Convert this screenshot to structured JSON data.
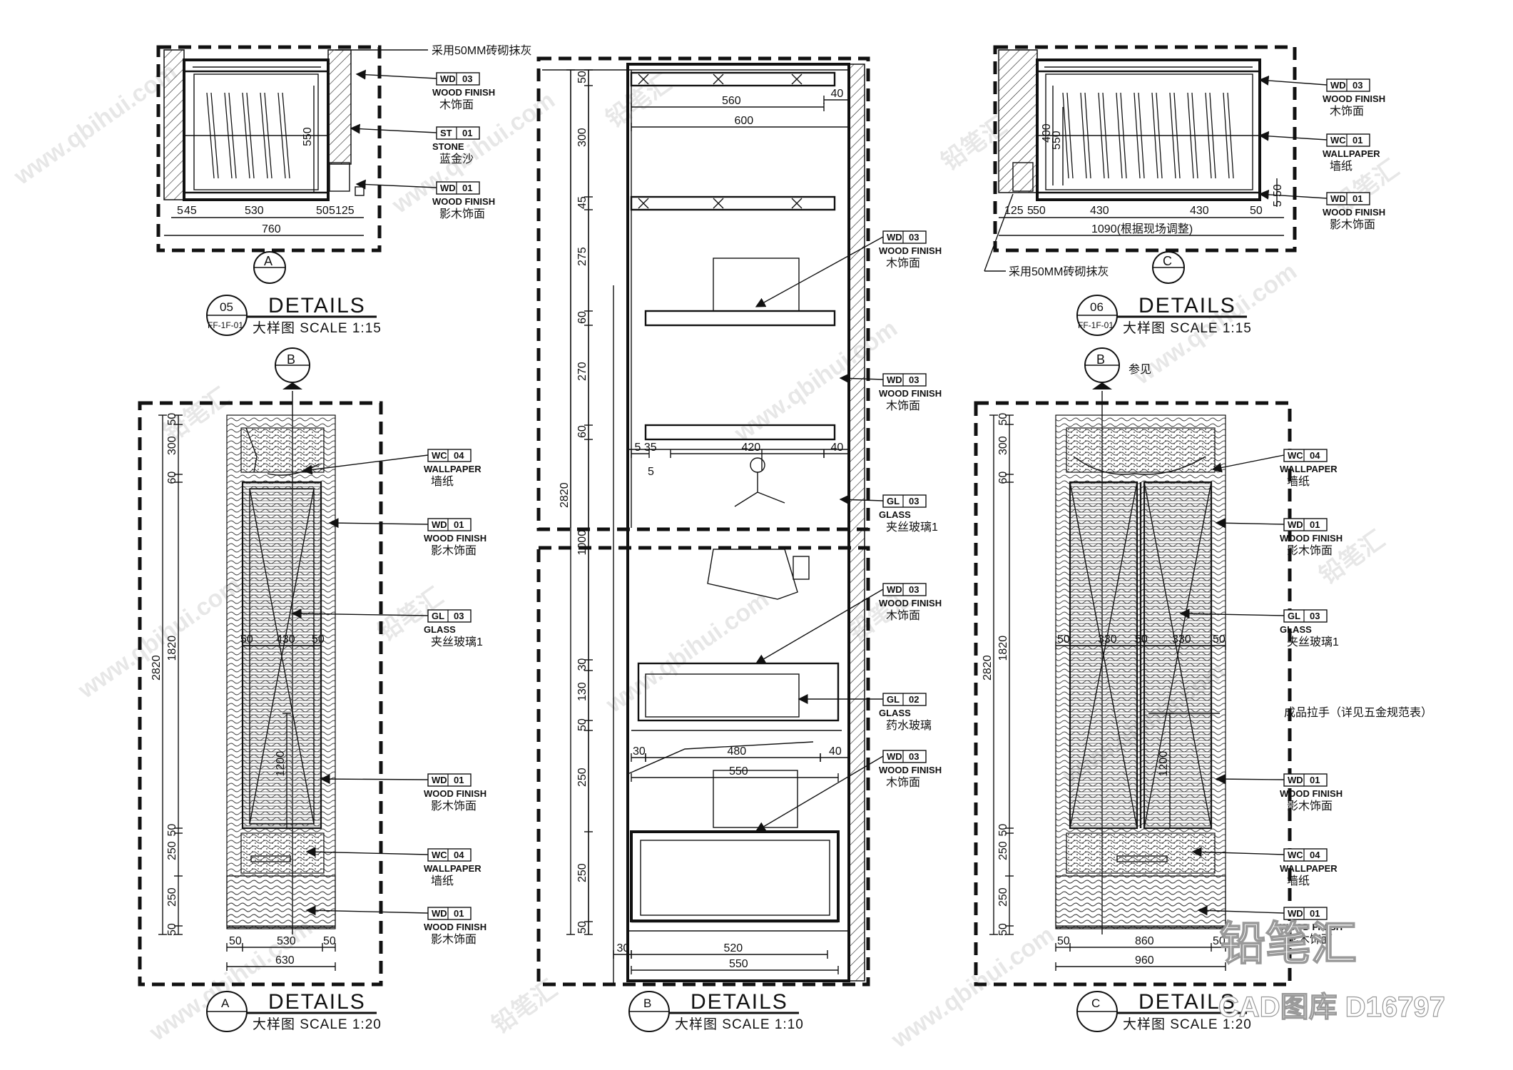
{
  "tags": [
    {
      "code": "WD",
      "num": "03",
      "en": "WOOD FINISH",
      "cn": "木饰面"
    },
    {
      "code": "ST",
      "num": "01",
      "en": "STONE",
      "cn": "蓝金沙"
    },
    {
      "code": "WD",
      "num": "01",
      "en": "WOOD FINISH",
      "cn": "影木饰面"
    },
    {
      "code": "WD",
      "num": "03",
      "en": "WOOD FINISH",
      "cn": "木饰面"
    },
    {
      "code": "WC",
      "num": "01",
      "en": "WALLPAPER",
      "cn": "墙纸"
    },
    {
      "code": "WD",
      "num": "01",
      "en": "WOOD FINISH",
      "cn": "影木饰面"
    },
    {
      "code": "WD",
      "num": "03",
      "en": "WOOD FINISH",
      "cn": "木饰面"
    },
    {
      "code": "WD",
      "num": "03",
      "en": "WOOD FINISH",
      "cn": "木饰面"
    },
    {
      "code": "GL",
      "num": "03",
      "en": "GLASS",
      "cn": "夹丝玻璃1"
    },
    {
      "code": "WD",
      "num": "03",
      "en": "WOOD FINISH",
      "cn": "木饰面"
    },
    {
      "code": "GL",
      "num": "02",
      "en": "GLASS",
      "cn": "药水玻璃"
    },
    {
      "code": "WD",
      "num": "03",
      "en": "WOOD FINISH",
      "cn": "木饰面"
    },
    {
      "code": "WC",
      "num": "04",
      "en": "WALLPAPER",
      "cn": "墙纸"
    },
    {
      "code": "WD",
      "num": "01",
      "en": "WOOD FINISH",
      "cn": "影木饰面"
    },
    {
      "code": "GL",
      "num": "03",
      "en": "GLASS",
      "cn": "夹丝玻璃1"
    },
    {
      "code": "WD",
      "num": "01",
      "en": "WOOD FINISH",
      "cn": "影木饰面"
    },
    {
      "code": "WC",
      "num": "04",
      "en": "WALLPAPER",
      "cn": "墙纸"
    },
    {
      "code": "WD",
      "num": "01",
      "en": "WOOD FINISH",
      "cn": "影木饰面"
    },
    {
      "code": "WC",
      "num": "04",
      "en": "WALLPAPER",
      "cn": "墙纸"
    },
    {
      "code": "WD",
      "num": "01",
      "en": "WOOD FINISH",
      "cn": "影木饰面"
    },
    {
      "code": "GL",
      "num": "03",
      "en": "GLASS",
      "cn": "夹丝玻璃1"
    },
    {
      "code": "WD",
      "num": "01",
      "en": "WOOD FINISH",
      "cn": "影木饰面"
    },
    {
      "code": "WC",
      "num": "04",
      "en": "WALLPAPER",
      "cn": "墙纸"
    },
    {
      "code": "WD",
      "num": "01",
      "en": "WOOD FINISH",
      "cn": "影木饰面"
    }
  ],
  "notes": {
    "n1": "采用50MM砖砌抹灰",
    "n2": "采用50MM砖砌抹灰",
    "n3": "参见",
    "n4": "成品拉手（详见五金规范表）"
  },
  "titles": {
    "d05": {
      "num": "05",
      "ref": "FF-1F-01",
      "title": "DETAILS",
      "sub": "大样图  SCALE 1:15"
    },
    "d06": {
      "num": "06",
      "ref": "FF-1F-01",
      "title": "DETAILS",
      "sub": "大样图  SCALE 1:15"
    },
    "dA": {
      "num": "A",
      "title": "DETAILS",
      "sub": "大样图  SCALE 1:20"
    },
    "dB": {
      "num": "B",
      "title": "DETAILS",
      "sub": "大样图  SCALE 1:10"
    },
    "dC": {
      "num": "C",
      "title": "DETAILS",
      "sub": "大样图  SCALE 1:20"
    }
  },
  "markers": {
    "A": "A",
    "B1": "B",
    "B2": "B",
    "C": "C"
  },
  "dims": {
    "p05_h": [
      "5",
      "45",
      "530",
      "50",
      "5",
      "125"
    ],
    "p05_total": "760",
    "p05_v": "550",
    "p06_h": [
      "125",
      "5",
      "50",
      "430",
      "430",
      "50"
    ],
    "p06_total": "1090(根据现场调整)",
    "p06_v1": "400",
    "p06_v2": "550",
    "p06_v3": "50",
    "p06_v4": "5",
    "a_v": [
      "50",
      "300",
      "60",
      "1820",
      "50",
      "250",
      "250",
      "50"
    ],
    "a_total": "2820",
    "a_glass": [
      "50",
      "430",
      "50"
    ],
    "a_handle": "1200",
    "a_bottom": [
      "50",
      "530",
      "50"
    ],
    "a_bottom_total": "630",
    "b_v": [
      "50",
      "300",
      "45",
      "275",
      "60",
      "270",
      "60",
      "1000",
      "30",
      "130",
      "50",
      "250",
      "250",
      "50"
    ],
    "b_total": "2820",
    "b_w": [
      "560",
      "600",
      "40",
      "420",
      "40",
      "480",
      "40",
      "550",
      "520",
      "550",
      "30",
      "30",
      "30",
      "5",
      "35",
      "40",
      "40",
      "40",
      "40",
      "5"
    ],
    "c_v": [
      "50",
      "300",
      "60",
      "1820",
      "50",
      "250",
      "250",
      "50"
    ],
    "c_total": "2820",
    "c_glass": [
      "50",
      "330",
      "50",
      "330",
      "50"
    ],
    "c_handle": "1200",
    "c_bottom": [
      "50",
      "860",
      "50"
    ],
    "c_bottom_total": "960"
  },
  "watermarks": {
    "site": "www.qbihui.com",
    "brand_cn": "铅笔汇",
    "brand_big": "铅笔汇",
    "code": "CAD图库 D16797"
  }
}
